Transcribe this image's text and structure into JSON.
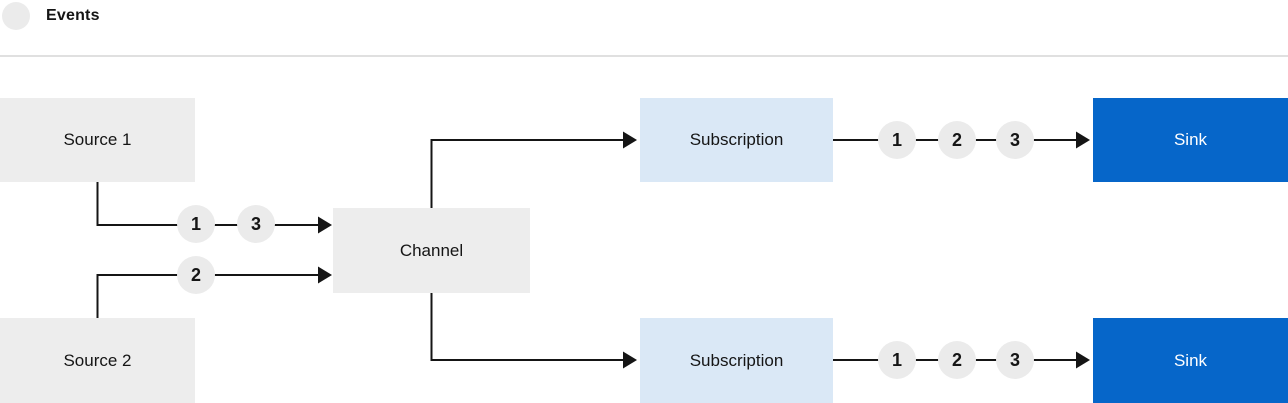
{
  "legend": {
    "label": "Events"
  },
  "nodes": {
    "source1": {
      "label": "Source 1"
    },
    "source2": {
      "label": "Source 2"
    },
    "channel": {
      "label": "Channel"
    },
    "subscription1": {
      "label": "Subscription"
    },
    "subscription2": {
      "label": "Subscription"
    },
    "sink1": {
      "label": "Sink"
    },
    "sink2": {
      "label": "Sink"
    }
  },
  "events": {
    "source1_to_channel": [
      "1",
      "3"
    ],
    "source2_to_channel": [
      "2"
    ],
    "subscription1_to_sink": [
      "1",
      "2",
      "3"
    ],
    "subscription2_to_sink": [
      "1",
      "2",
      "3"
    ]
  },
  "colors": {
    "background": "#ffffff",
    "box-gray": "#ededed",
    "circle-gray": "#ebebeb",
    "subscription-blue": "#dae8f6",
    "sink-blue": "#0666c9",
    "divider-gray": "#e0e0e0",
    "line-dark": "#151515",
    "text-dark": "#151515",
    "text-light": "#ffffff"
  }
}
